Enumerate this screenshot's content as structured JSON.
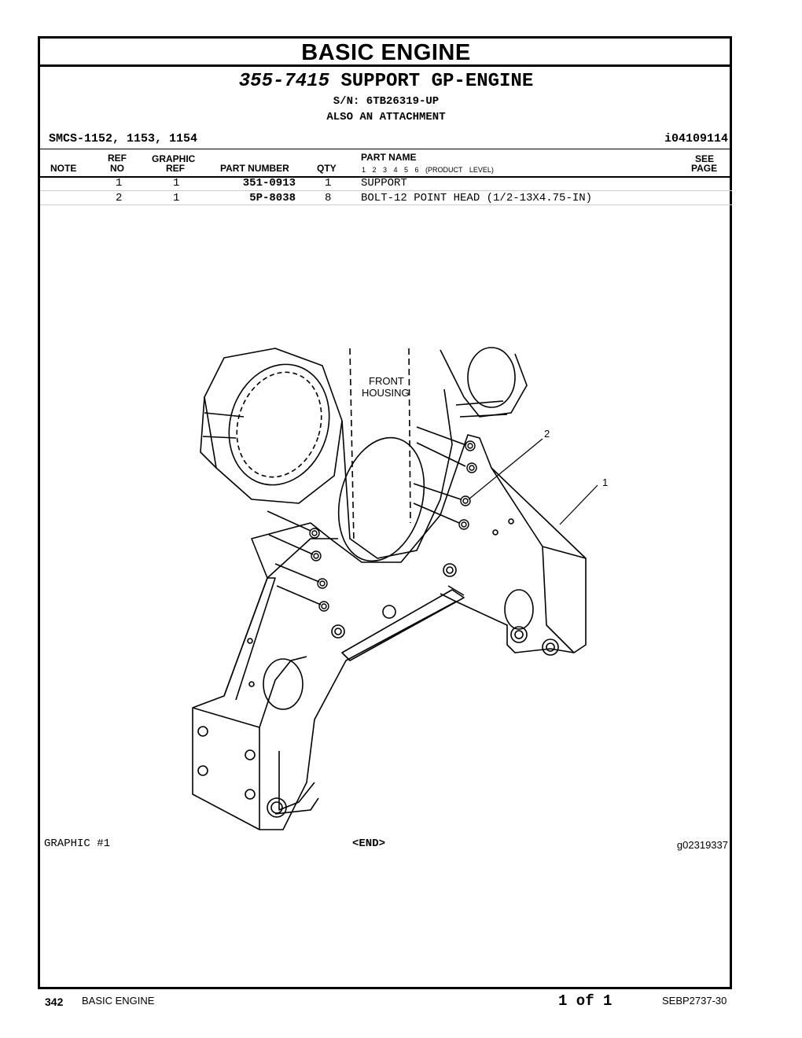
{
  "header": {
    "section_title": "BASIC ENGINE",
    "group_number": "355-7415",
    "group_name": "SUPPORT GP-ENGINE",
    "serial": "S/N: 6TB26319-UP",
    "attachment_note": "ALSO AN ATTACHMENT",
    "smcs": "SMCS-1152, 1153, 1154",
    "ident": "i04109114"
  },
  "table": {
    "columns": {
      "note": "NOTE",
      "ref_top": "REF",
      "ref_bottom": "NO",
      "graphic_top": "GRAPHIC",
      "graphic_bottom": "REF",
      "part_number": "PART NUMBER",
      "qty": "QTY",
      "part_name": "PART NAME",
      "levels": "1 2 3 4 5 6 (PRODUCT LEVEL)",
      "see_top": "SEE",
      "see_bottom": "PAGE"
    },
    "rows": [
      {
        "ref": "1",
        "graphic": "1",
        "part_number": "351-0913",
        "qty": "1",
        "name": "SUPPORT"
      },
      {
        "ref": "2",
        "graphic": "1",
        "part_number": "5P-8038",
        "qty": "8",
        "name": "BOLT-12 POINT HEAD (1/2-13X4.75-IN)"
      }
    ]
  },
  "graphic": {
    "label_front": "FRONT",
    "label_housing": "HOUSING",
    "callout_1": "1",
    "callout_2": "2",
    "caption": "GRAPHIC #1",
    "end_marker": "<END>",
    "graphic_id": "g02319337"
  },
  "footer": {
    "page_number": "342",
    "section": "BASIC ENGINE",
    "page_of": "1 of 1",
    "doc_id": "SEBP2737-30"
  }
}
